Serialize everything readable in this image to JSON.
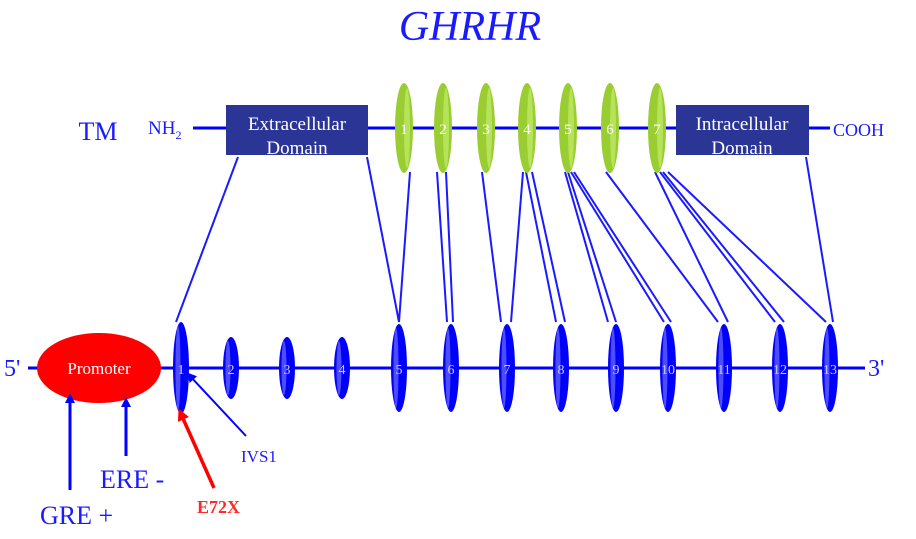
{
  "title": "GHRHR",
  "protein": {
    "tm_label": "TM",
    "n_terminus": "NH",
    "n_terminus_sub": "2",
    "c_terminus": "COOH",
    "extracellular_domain": [
      "Extracellular",
      "Domain"
    ],
    "intracellular_domain": [
      "Intracellular",
      "Domain"
    ],
    "tm_helices": [
      "1",
      "2",
      "3",
      "4",
      "5",
      "6",
      "7"
    ]
  },
  "gene": {
    "five_prime": "5'",
    "three_prime": "3'",
    "promoter": "Promoter",
    "exons": [
      "1",
      "2",
      "3",
      "4",
      "5",
      "6",
      "7",
      "8",
      "9",
      "10",
      "11",
      "12",
      "13"
    ]
  },
  "annotations": {
    "ivs1": "IVS1",
    "mutation": "E72X",
    "ere": "ERE -",
    "gre": "GRE +"
  },
  "colors": {
    "blue": "#0000ff",
    "navy_box": "#2b3595",
    "green_helix": "#9acd32",
    "red": "#ff0000"
  }
}
